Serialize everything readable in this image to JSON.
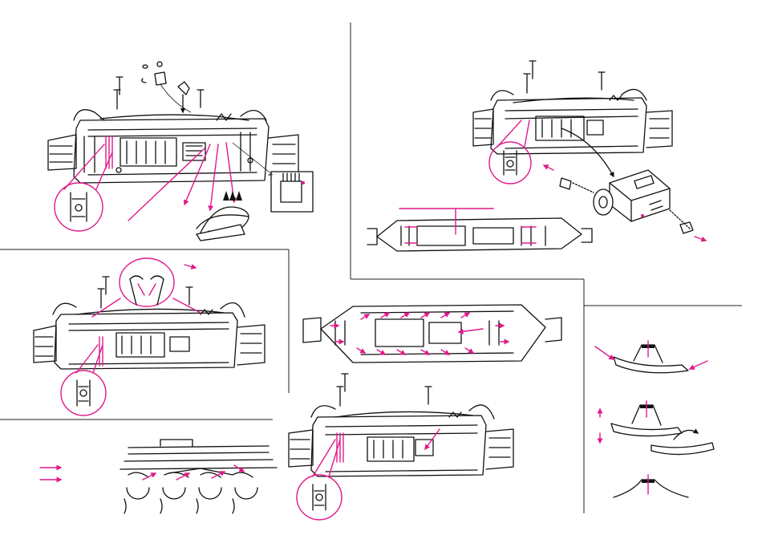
{
  "colors": {
    "accent": "#e0198a",
    "ink": "#111111",
    "background": "#ffffff"
  },
  "panels": [
    {
      "id": "motor-cover-removal"
    },
    {
      "id": "motor-removal"
    },
    {
      "id": "cable-routing"
    },
    {
      "id": "traction-tire-points"
    },
    {
      "id": "chassis-reassembly"
    },
    {
      "id": "pickup-shoe-replacement"
    },
    {
      "id": "legend-and-wheels"
    }
  ],
  "legend": {
    "arrow_types": [
      "solid-arrow",
      "outline-arrow"
    ]
  }
}
